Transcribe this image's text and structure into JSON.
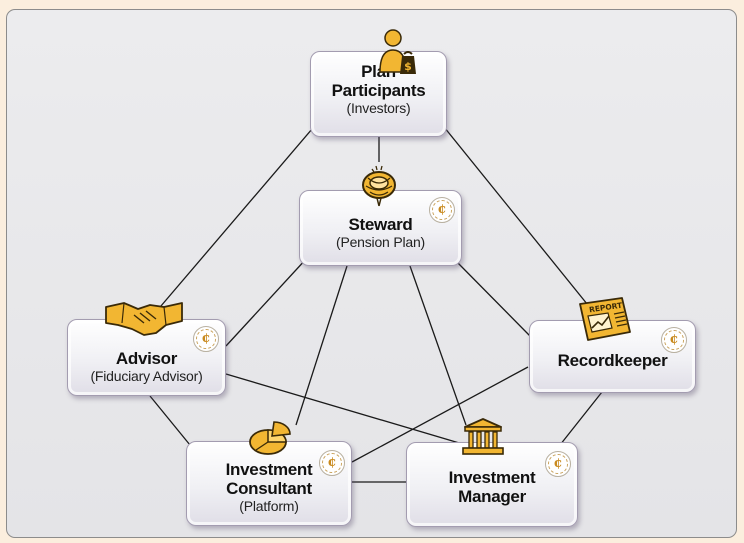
{
  "nodes": {
    "participants": {
      "title_1": "Plan",
      "title_2": "Participants",
      "sub": "(Investors)"
    },
    "steward": {
      "title": "Steward",
      "sub": "(Pension Plan)"
    },
    "advisor": {
      "title": "Advisor",
      "sub": "(Fiduciary Advisor)"
    },
    "recordkeeper": {
      "title": "Recordkeeper"
    },
    "consultant": {
      "title_1": "Investment",
      "title_2": "Consultant",
      "sub": "(Platform)"
    },
    "manager": {
      "title_1": "Investment",
      "title_2": "Manager"
    }
  },
  "icons": {
    "participants": "person-with-money-bag-icon",
    "steward": "nest-icon",
    "advisor": "handshake-icon",
    "recordkeeper": "report-icon",
    "consultant": "pie-chart-icon",
    "manager": "bank-building-icon"
  },
  "report_label": "REPORT",
  "seal_symbol": "¢",
  "colors": {
    "background": "#fbeede",
    "panel": "#e8e8eb",
    "icon_gold": "#f2b632",
    "icon_outline": "#3a2a08",
    "line": "#1a1a1a"
  }
}
